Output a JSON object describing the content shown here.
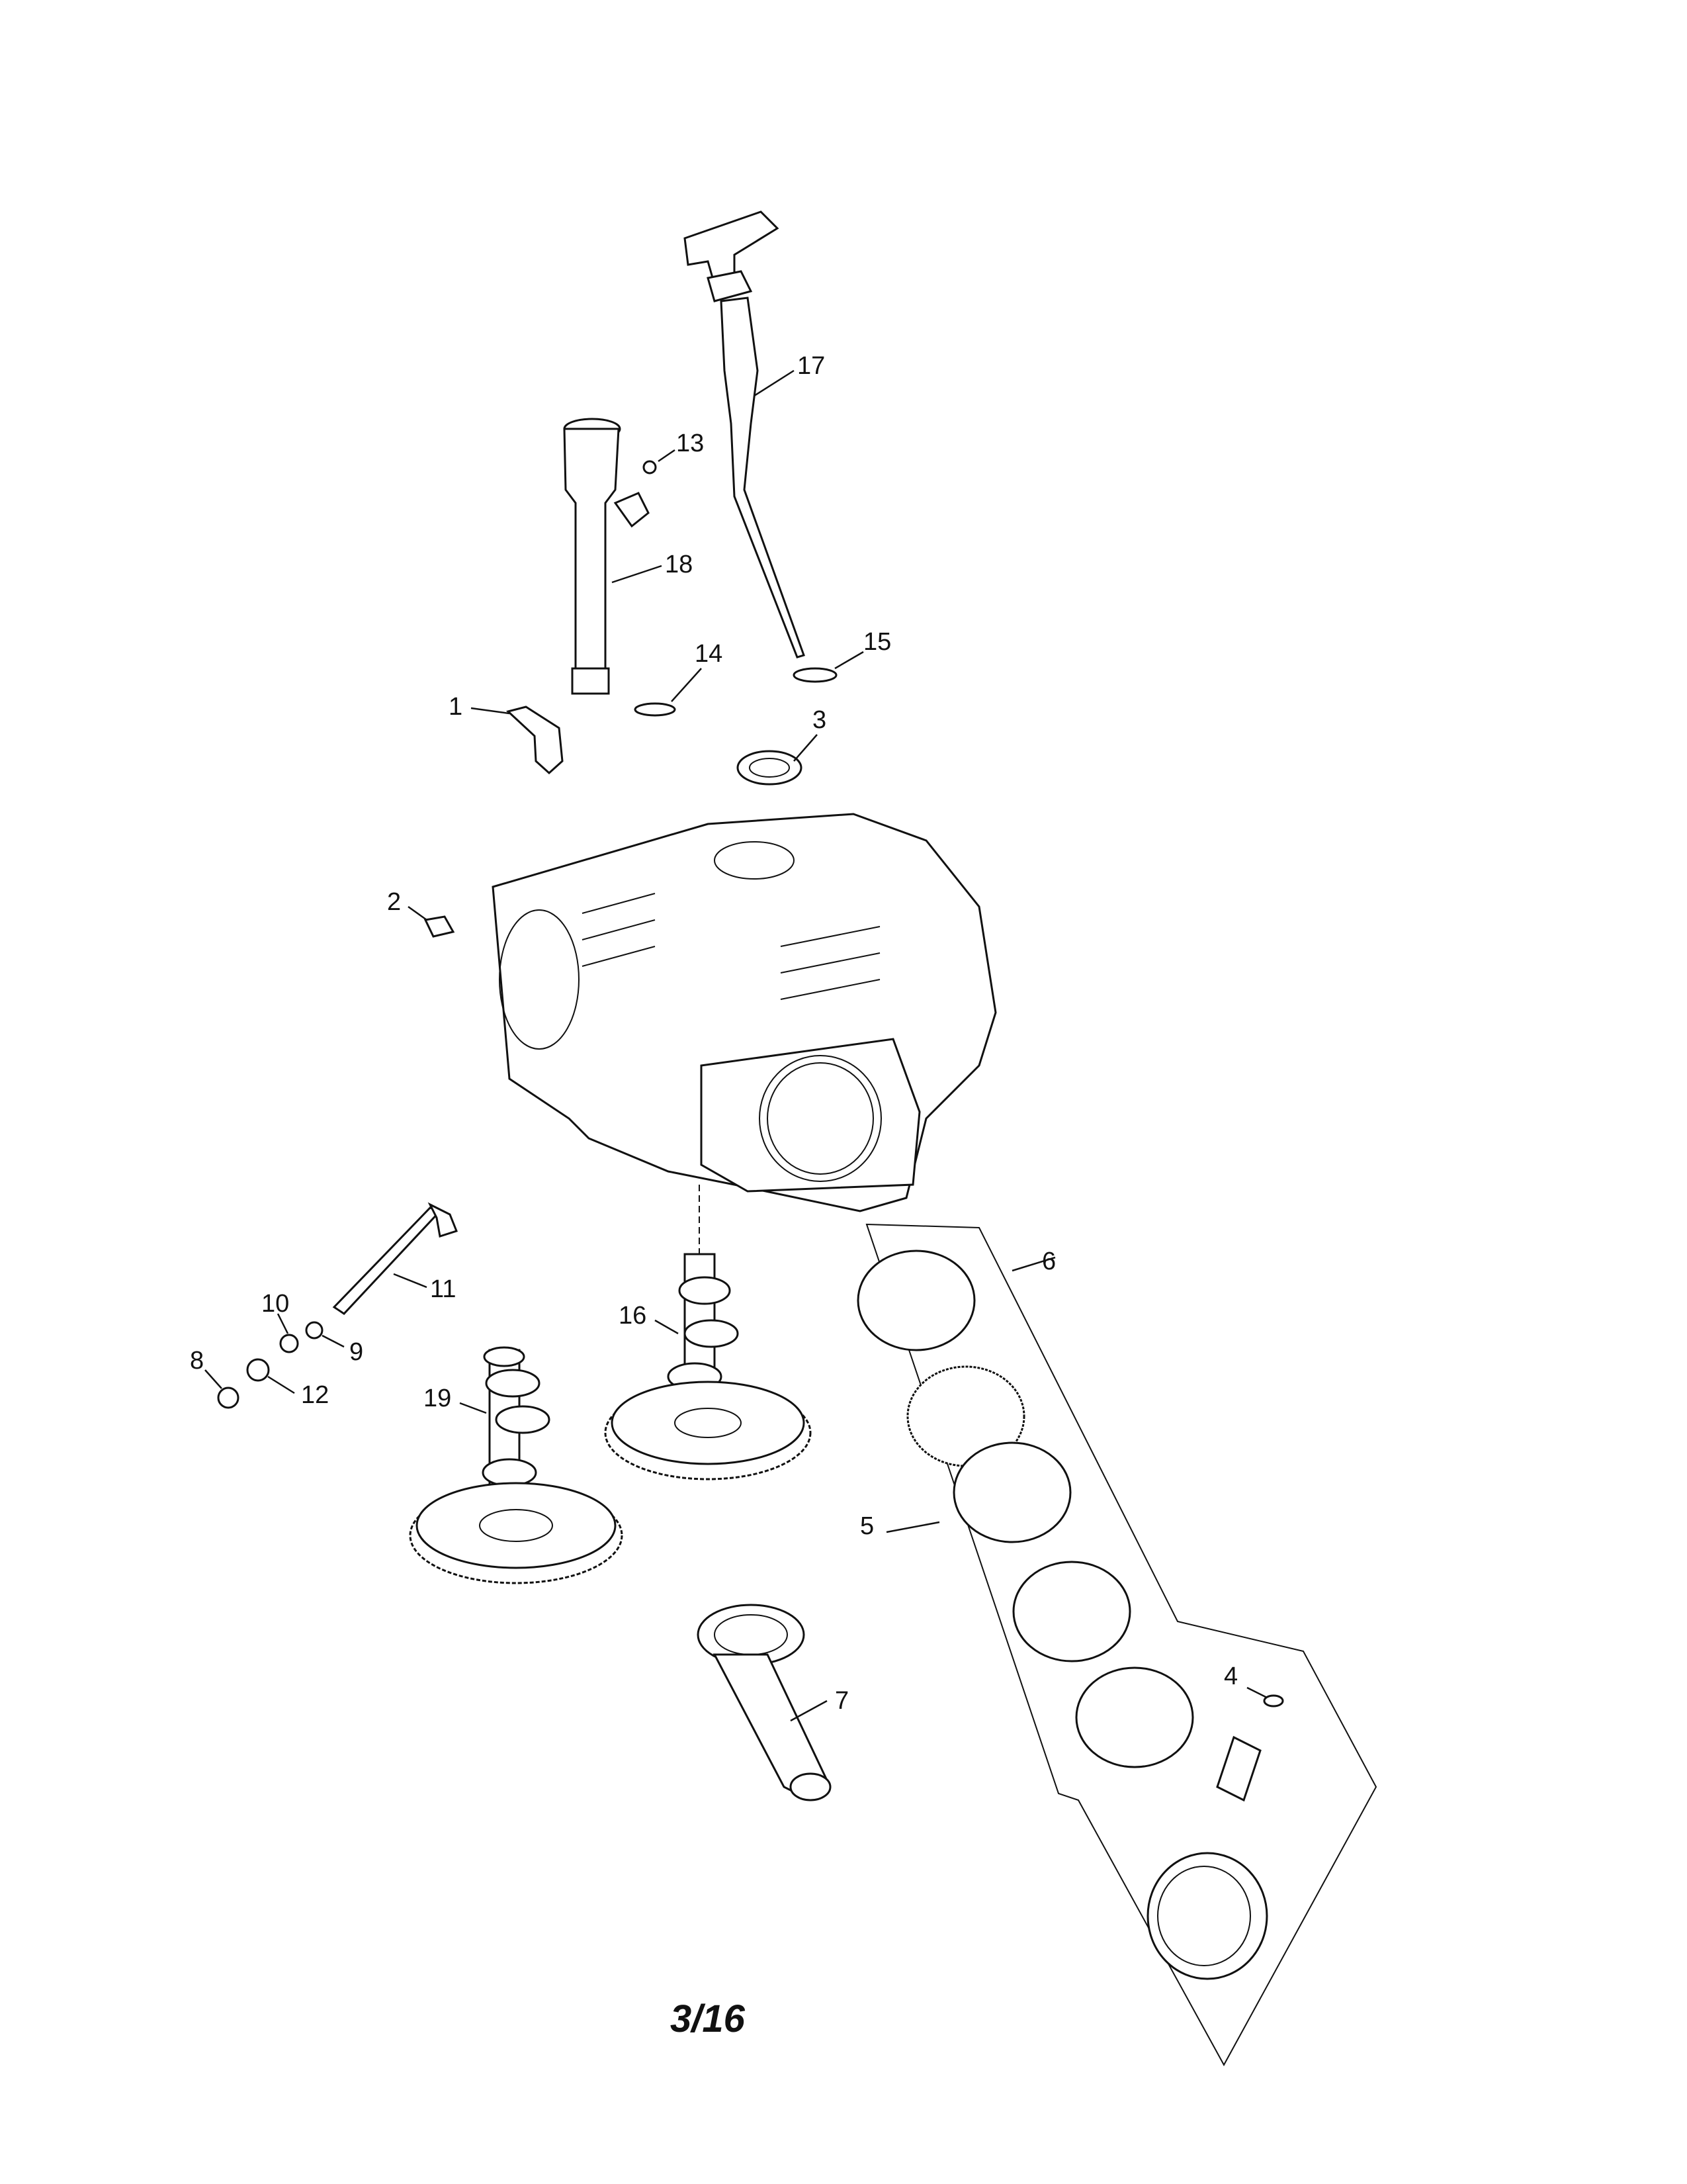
{
  "callouts": [
    {
      "id": "1",
      "label": "1"
    },
    {
      "id": "2",
      "label": "2"
    },
    {
      "id": "3",
      "label": "3"
    },
    {
      "id": "4",
      "label": "4"
    },
    {
      "id": "5",
      "label": "5"
    },
    {
      "id": "6",
      "label": "6"
    },
    {
      "id": "7",
      "label": "7"
    },
    {
      "id": "8",
      "label": "8"
    },
    {
      "id": "9",
      "label": "9"
    },
    {
      "id": "10",
      "label": "10"
    },
    {
      "id": "11",
      "label": "11"
    },
    {
      "id": "12",
      "label": "12"
    },
    {
      "id": "13",
      "label": "13"
    },
    {
      "id": "14",
      "label": "14"
    },
    {
      "id": "15",
      "label": "15"
    },
    {
      "id": "16",
      "label": "16"
    },
    {
      "id": "17",
      "label": "17"
    },
    {
      "id": "18",
      "label": "18"
    },
    {
      "id": "19",
      "label": "19"
    }
  ],
  "page_number": "3/16"
}
